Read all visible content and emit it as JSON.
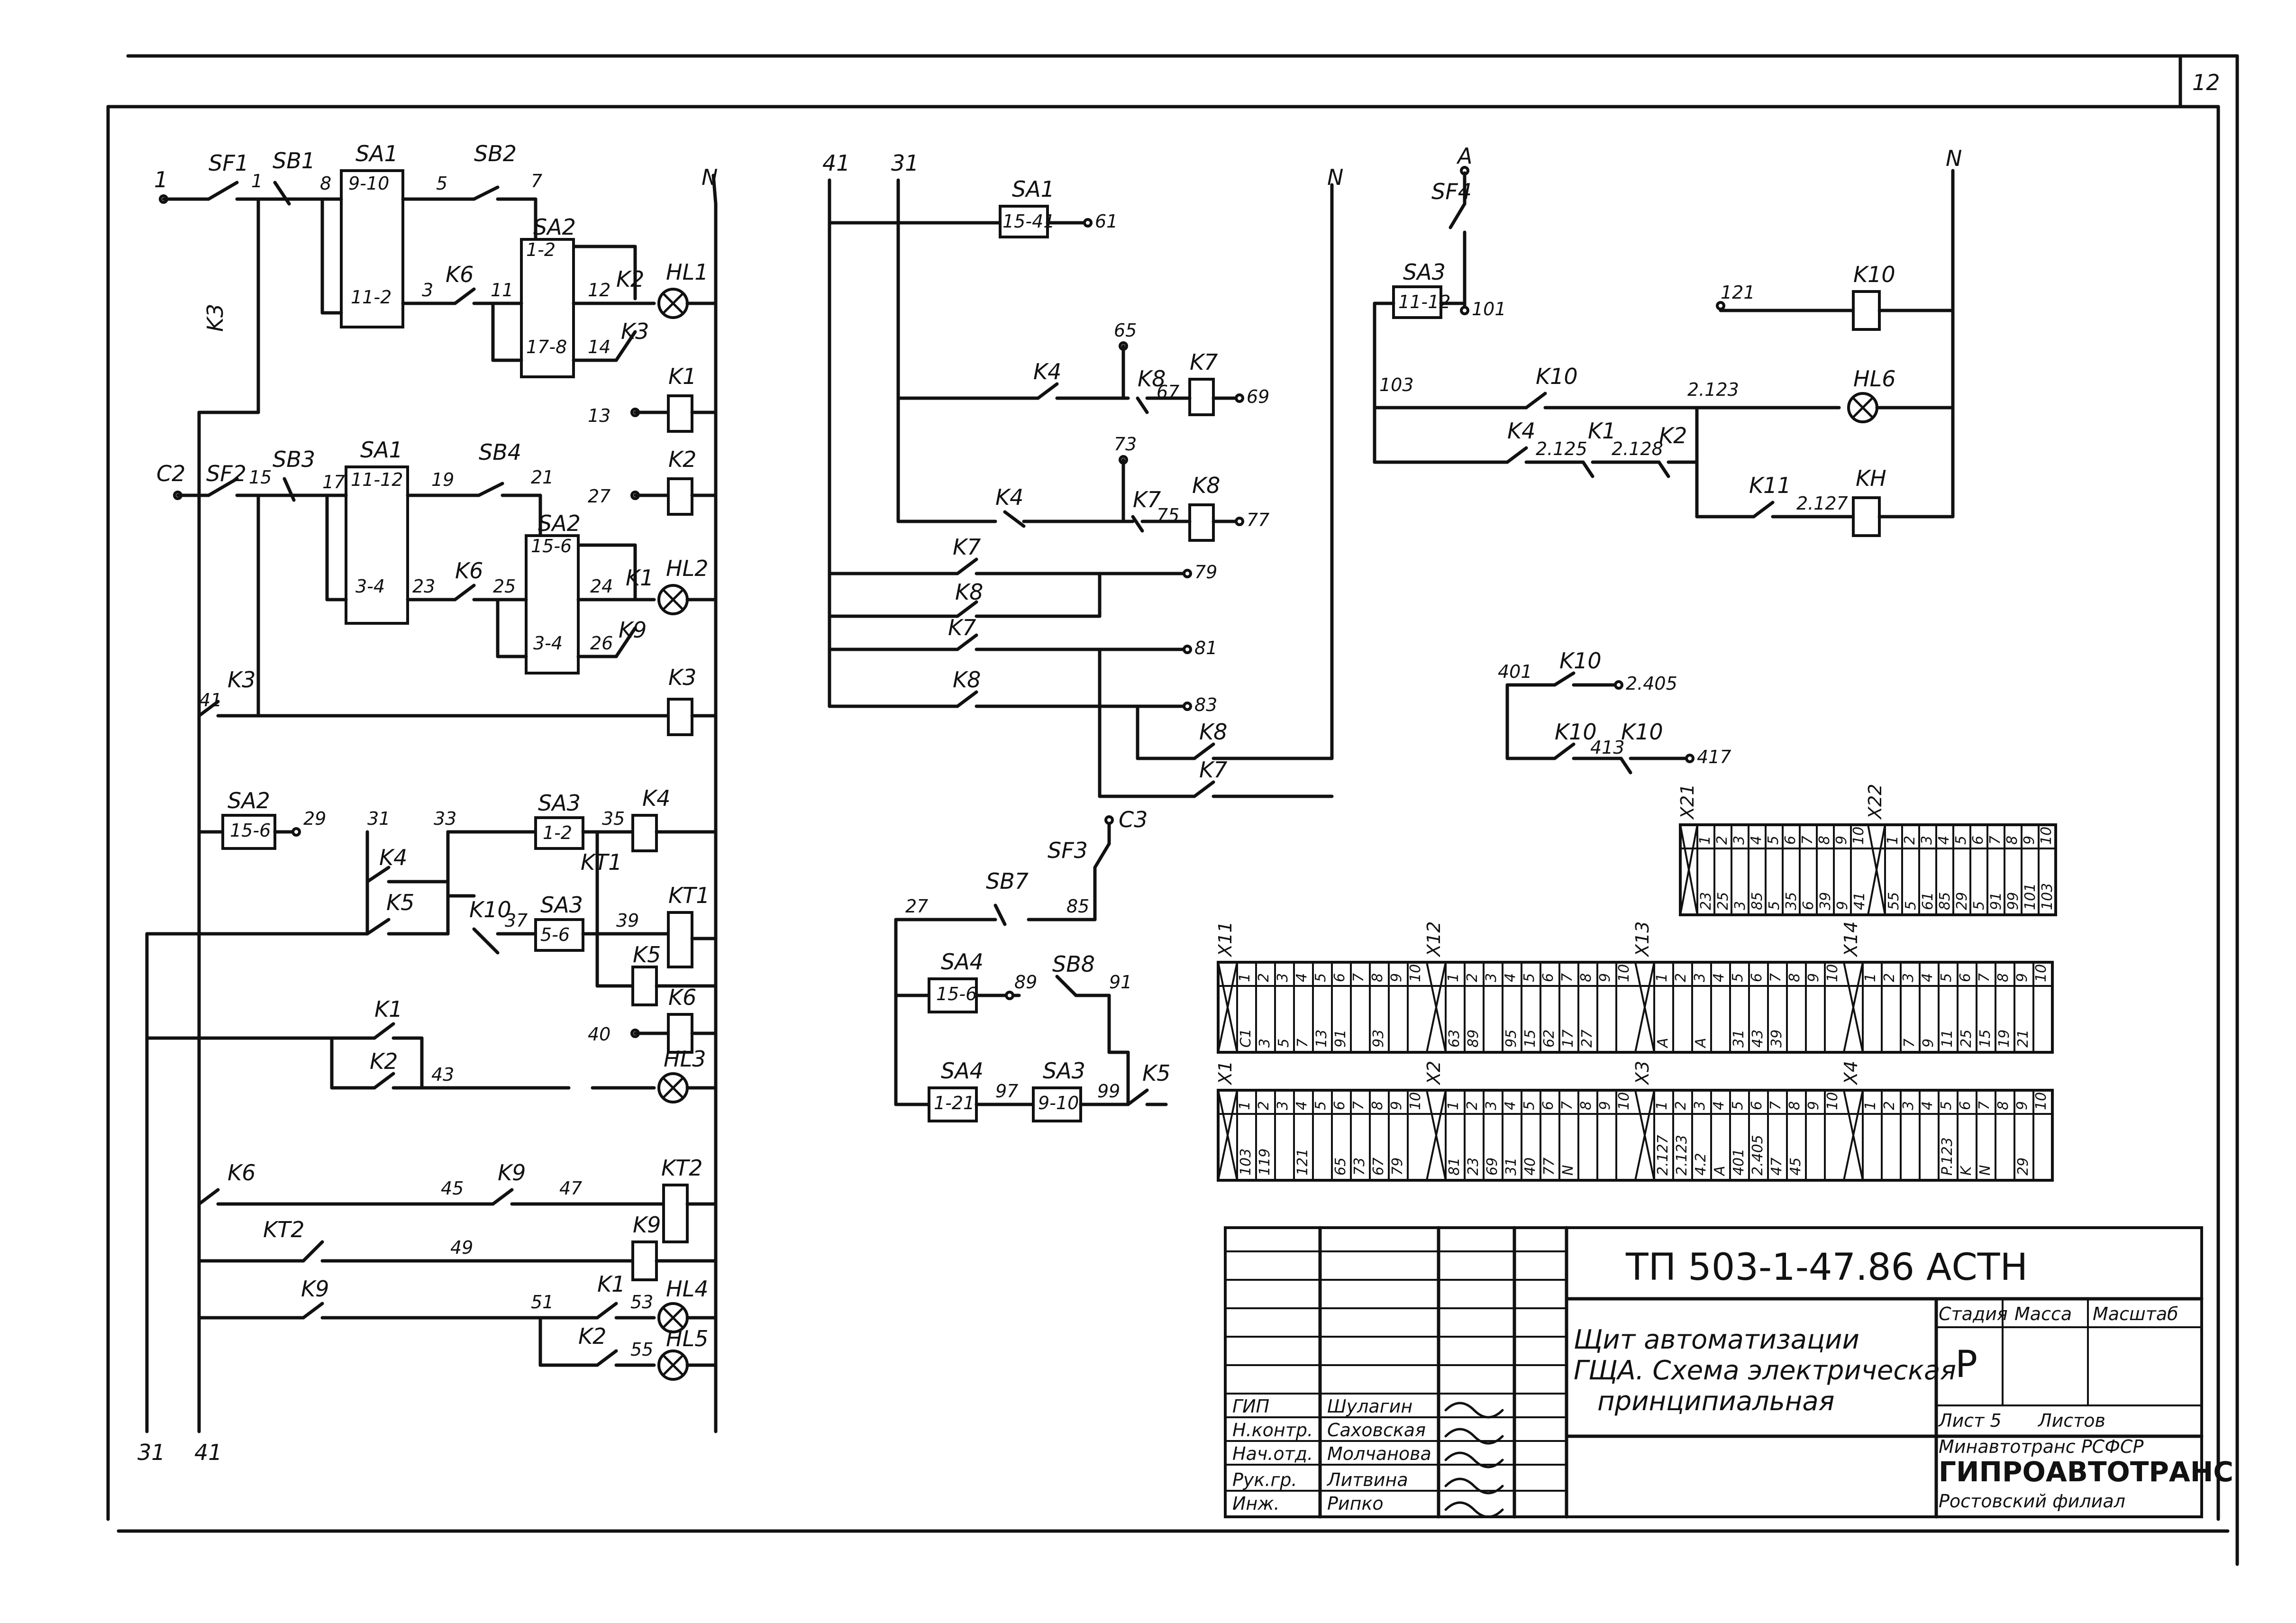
{
  "sheet": {
    "number": "12"
  },
  "labels": {
    "l1": "1",
    "SF1": "SF1",
    "l1b": "1",
    "SB1": "SB1",
    "l8": "8",
    "SA1a": "SA1",
    "sa1a_top": "9-10",
    "sa1a_bot": "11-2",
    "l5": "5",
    "SB2": "SB2",
    "l7": "7",
    "l3": "3",
    "K6a": "K6",
    "l11": "11",
    "SA2a": "SA2",
    "sa2a_top": "1-2",
    "sa2a_bot": "17-8",
    "l12": "12",
    "K2a": "K2",
    "l14": "14",
    "K3a": "K3",
    "HL1": "HL1",
    "N1": "N",
    "K3v": "K3",
    "l13": "13",
    "K1c": "K1",
    "C2": "C2",
    "SF2": "SF2",
    "l15": "15",
    "SB3": "SB3",
    "l17": "17",
    "SA1b": "SA1",
    "sa1b_top": "11-12",
    "sa1b_bot": "3-4",
    "l19": "19",
    "SB4": "SB4",
    "l21": "21",
    "l27": "27",
    "K2c": "K2",
    "l23": "23",
    "K6b": "K6",
    "l25": "25",
    "SA2b": "SA2",
    "sa2b_top": "15-6",
    "sa2b_bot": "3-4",
    "l24": "24",
    "K1b": "K1",
    "l26": "26",
    "K9a": "K9",
    "HL2": "HL2",
    "l41": "41",
    "K3b": "K3",
    "K3c": "K3",
    "SA2c": "SA2",
    "sa2c": "15-6",
    "l29": "29",
    "l31a": "31",
    "l33": "33",
    "SA3a": "SA3",
    "sa3a": "1-2",
    "l35": "35",
    "K4c": "K4",
    "K4a": "K4",
    "KT1": "KT1",
    "K5a": "K5",
    "K10a": "K10",
    "l37": "37",
    "SA3b": "SA3",
    "sa3b": "5-6",
    "l39": "39",
    "KT1c": "KT1",
    "K5c": "K5",
    "K6c": "K6",
    "l40": "40",
    "K1a": "K1",
    "K2b": "K2",
    "l43": "43",
    "HL3": "HL3",
    "K6d": "K6",
    "l45": "45",
    "K9b": "K9",
    "l47": "47",
    "KT2c": "KT2",
    "KT2": "KT2",
    "l49": "49",
    "K9c": "K9",
    "K9d": "K9",
    "l51": "51",
    "K1d": "K1",
    "l53": "53",
    "HL4": "HL4",
    "K2d": "K2",
    "l55": "55",
    "HL5": "HL5",
    "b31": "31",
    "b41": "41",
    "l41t": "41",
    "l31t": "31",
    "SA1c": "SA1",
    "sa1c": "15-41",
    "l61": "61",
    "l65": "65",
    "K4b": "K4",
    "K8a": "K8",
    "l67": "67",
    "K7c": "K7",
    "l69": "69",
    "l73": "73",
    "K4d": "K4",
    "K7a": "K7",
    "l75": "75",
    "K8c": "K8",
    "l77": "77",
    "K7b": "K7",
    "K8b": "K8",
    "l79": "79",
    "K7d": "K7",
    "l81": "81",
    "K8d": "K8",
    "l83": "83",
    "K8e": "K8",
    "K7e": "K7",
    "N2": "N",
    "C3": "C3",
    "SF3": "SF3",
    "l27b": "27",
    "SB7": "SB7",
    "l85": "85",
    "SA4a": "SA4",
    "sa4a": "15-6",
    "l89": "89",
    "SB8": "SB8",
    "l91": "91",
    "SA4b": "SA4",
    "sa4b": "1-21",
    "l97": "97",
    "SA3c": "SA3",
    "sa3c": "9-10",
    "l99": "99",
    "K5d": "K5",
    "A": "A",
    "SF4": "SF4",
    "SA3d": "SA3",
    "sa3d": "11-12",
    "l101": "101",
    "N3": "N",
    "l121": "121",
    "K10c": "K10",
    "l103": "103",
    "K10b": "K10",
    "l2123": "2.123",
    "HL6": "HL6",
    "K4e": "K4",
    "l2125": "2.125",
    "K1e": "K1",
    "l2128": "2.128",
    "K2e": "K2",
    "K11": "K11",
    "l2127": "2.127",
    "KH": "KH",
    "l401": "401",
    "K10d": "K10",
    "l2405": "2.405",
    "K10e": "K10",
    "l413": "413",
    "K10f": "K10",
    "l417": "417"
  },
  "terminal_blocks": [
    {
      "name": "X21",
      "name2": "X22",
      "nums": [
        "1",
        "2",
        "3",
        "4",
        "5",
        "6",
        "7",
        "8",
        "9",
        "10",
        "1",
        "2",
        "3",
        "4",
        "5",
        "6",
        "7",
        "8",
        "9",
        "10"
      ],
      "wires": [
        "23",
        "25",
        "3",
        "85",
        "5",
        "35",
        "6",
        "39",
        "9",
        "41",
        "55",
        "5",
        "61",
        "85",
        "29",
        "5",
        "91",
        "99",
        "101",
        "103"
      ]
    },
    {
      "name": "X11",
      "name2": "X12",
      "name3": "X13",
      "name4": "X14",
      "nums": [
        "1",
        "2",
        "3",
        "4",
        "5",
        "6",
        "7",
        "8",
        "9",
        "10",
        "1",
        "2",
        "3",
        "4",
        "5",
        "6",
        "7",
        "8",
        "9",
        "10",
        "1",
        "2",
        "3",
        "4",
        "5",
        "6",
        "7",
        "8",
        "9",
        "10",
        "1",
        "2",
        "3",
        "4",
        "5",
        "6",
        "7",
        "8",
        "9",
        "10"
      ],
      "wires": [
        "C1",
        "3",
        "5",
        "7",
        "13",
        "91",
        "",
        "93",
        "",
        "",
        "63",
        "89",
        "",
        "95",
        "15",
        "62",
        "17",
        "27",
        "",
        "",
        "A",
        "",
        "A",
        "",
        "31",
        "43",
        "39",
        "",
        "",
        "",
        "",
        "",
        "7",
        "9",
        "11",
        "25",
        "15",
        "19",
        "21",
        ""
      ]
    },
    {
      "name": "X1",
      "name2": "X2",
      "name3": "X3",
      "name4": "X4",
      "nums": [
        "1",
        "2",
        "3",
        "4",
        "5",
        "6",
        "7",
        "8",
        "9",
        "10",
        "1",
        "2",
        "3",
        "4",
        "5",
        "6",
        "7",
        "8",
        "9",
        "10",
        "1",
        "2",
        "3",
        "4",
        "5",
        "6",
        "7",
        "8",
        "9",
        "10",
        "1",
        "2",
        "3",
        "4",
        "5",
        "6",
        "7",
        "8",
        "9",
        "10"
      ],
      "wires": [
        "103",
        "119",
        "",
        "121",
        "",
        "65",
        "73",
        "67",
        "79",
        "",
        "81",
        "23",
        "69",
        "31",
        "40",
        "77",
        "N",
        "",
        "",
        "",
        "2.127",
        "2.123",
        "4.2",
        "A",
        "401",
        "2.405",
        "47",
        "45",
        "",
        "",
        "",
        "",
        "",
        "",
        "P.123",
        "K",
        "N",
        "",
        "29",
        ""
      ]
    }
  ],
  "title_block": {
    "code": "ТП   503-1-47.86   АСТН",
    "title_line1": "Щит автоматизации",
    "title_line2": "ГЩА. Схема электрическая",
    "title_line3": "принципиальная",
    "stage_hdr": "Стадия",
    "mass_hdr": "Масса",
    "scale_hdr": "Масштаб",
    "stage": "Р",
    "sheet_hdr": "Лист 5",
    "sheets_hdr": "Листов",
    "org1": "Минавтотранс РСФСР",
    "org2": "ГИПРОАВТОТРАНС",
    "org3": "Ростовский филиал",
    "roles": [
      "ГИП",
      "Н.контр.",
      "Нач.отд.",
      "Рук.гр.",
      "Инж."
    ],
    "names": [
      "Шулагин",
      "Саховская",
      "Молчанова",
      "Литвина",
      "Рипко"
    ]
  }
}
